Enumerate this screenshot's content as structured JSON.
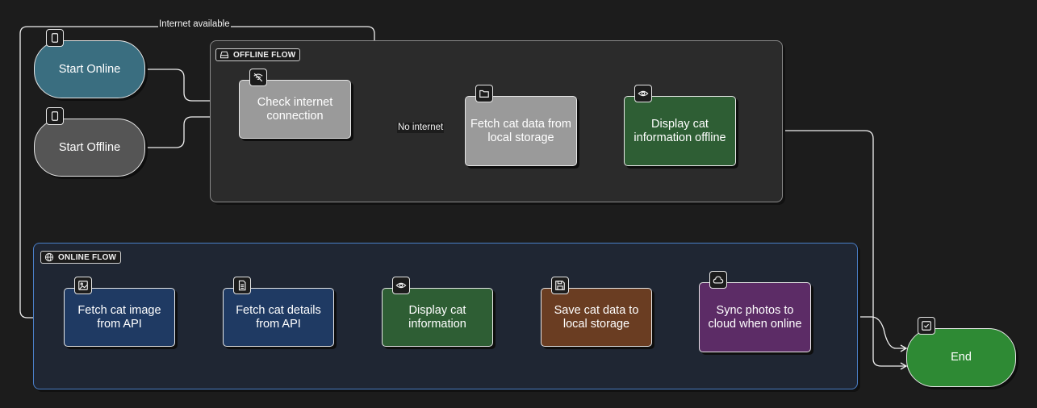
{
  "groups": {
    "offline": {
      "label": "OFFLINE FLOW",
      "icon": "drive-icon"
    },
    "online": {
      "label": "ONLINE FLOW",
      "icon": "globe-icon"
    }
  },
  "nodes": {
    "start_online": {
      "label": "Start Online",
      "icon": "tablet-icon",
      "color": "#3a6e80"
    },
    "start_offline": {
      "label": "Start Offline",
      "icon": "tablet-icon",
      "color": "#555555"
    },
    "check_internet": {
      "label": "Check internet connection",
      "icon": "wifi-off-icon",
      "color": "#9a9a9a"
    },
    "fetch_local": {
      "label": "Fetch cat data from local storage",
      "icon": "folder-icon",
      "color": "#9a9a9a"
    },
    "display_offline": {
      "label": "Display cat information offline",
      "icon": "eye-icon",
      "color": "#2e5e34"
    },
    "fetch_image": {
      "label": "Fetch cat image from API",
      "icon": "image-icon",
      "color": "#1f3a63"
    },
    "fetch_details": {
      "label": "Fetch cat details from API",
      "icon": "document-icon",
      "color": "#1f3a63"
    },
    "display_info": {
      "label": "Display cat information",
      "icon": "eye-icon",
      "color": "#2e5e34"
    },
    "save_local": {
      "label": "Save cat data to local storage",
      "icon": "save-icon",
      "color": "#6a3d22"
    },
    "sync_photos": {
      "label": "Sync photos to cloud when online",
      "icon": "cloud-icon",
      "color": "#5c2c66"
    },
    "end": {
      "label": "End",
      "icon": "checkbox-icon",
      "color": "#2e8a34"
    }
  },
  "edges": {
    "internet_available": "Internet available",
    "no_internet": "No internet"
  }
}
